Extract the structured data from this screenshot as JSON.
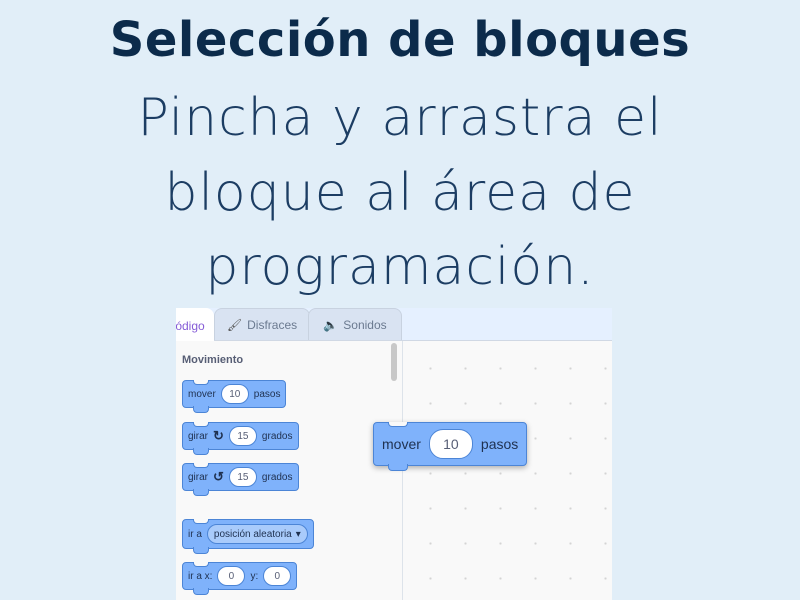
{
  "heading": {
    "title": "Selección de bloques",
    "line1": "Pincha y arrastra el",
    "line2": "bloque al área de",
    "line3": "programación."
  },
  "tabs": [
    {
      "label": "ódigo"
    },
    {
      "label": "Disfraces"
    },
    {
      "label": "Sonidos"
    }
  ],
  "palette": {
    "category": "Movimiento",
    "move": {
      "a": "mover",
      "v": "10",
      "b": "pasos"
    },
    "turn_right": {
      "a": "girar",
      "v": "15",
      "b": "grados"
    },
    "turn_left": {
      "a": "girar",
      "v": "15",
      "b": "grados"
    },
    "goto": {
      "a": "ir a",
      "option": "posición aleatoria"
    },
    "goto_xy": {
      "a": "ir a x:",
      "x": "0",
      "b": "y:",
      "y": "0"
    }
  },
  "dragged": {
    "a": "mover",
    "v": "10",
    "b": "pasos"
  }
}
